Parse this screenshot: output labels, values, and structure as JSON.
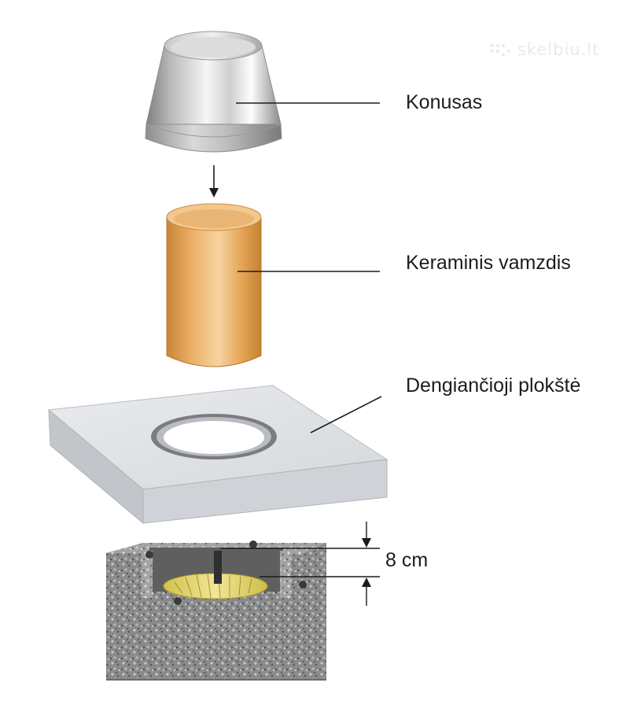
{
  "watermark": "skelbiu.lt",
  "labels": {
    "cone": "Konusas",
    "ceramic_pipe": "Keraminis vamzdis",
    "cover_plate": "Dengiančioji plokštė",
    "dimension": "8 cm"
  },
  "colors": {
    "text": "#1c1c1c",
    "metal_light": "#f4f4f4",
    "metal_dark": "#8e8e8e",
    "ceramic": "#e5a85e",
    "ceramic_dark": "#c98b3e",
    "plate": "#dfe1e4",
    "concrete": "#7d7d7d",
    "insulation": "#e4d468"
  }
}
